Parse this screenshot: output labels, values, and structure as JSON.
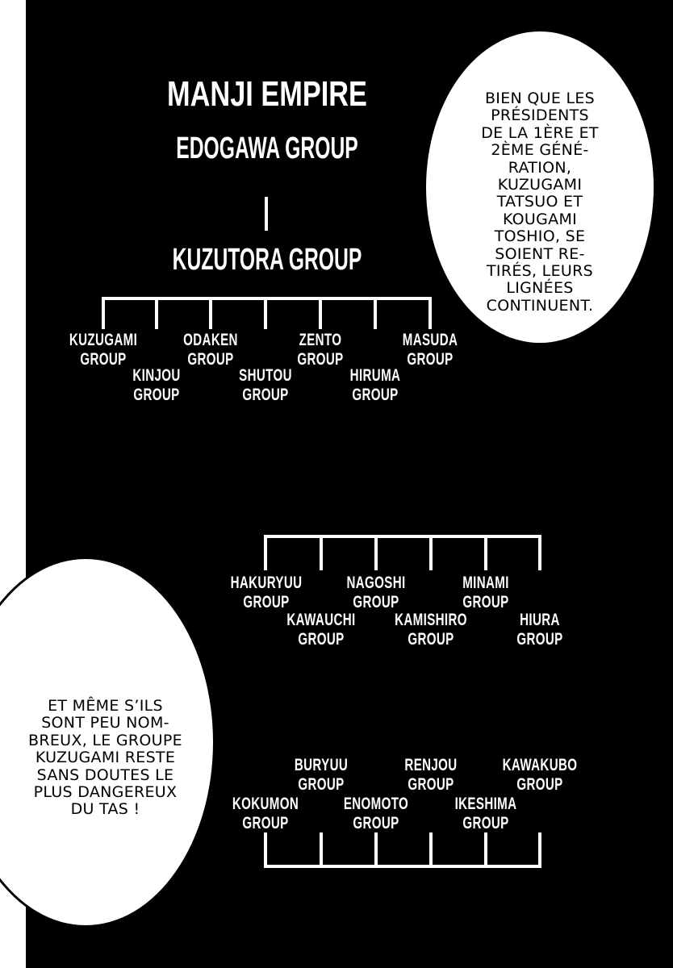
{
  "colors": {
    "background": "#000000",
    "ink": "#ffffff",
    "bubble_fill": "#ffffff",
    "bubble_ink": "#000000"
  },
  "chart": {
    "title": "MANJI EMPIRE",
    "root_group": "EDOGAWA GROUP",
    "successor_group": "KUZUTORA GROUP",
    "tier1": [
      {
        "label": "KUZUGAMI\nGROUP"
      },
      {
        "label": "KINJOU\nGROUP"
      },
      {
        "label": "ODAKEN\nGROUP"
      },
      {
        "label": "SHUTOU\nGROUP"
      },
      {
        "label": "ZENTO\nGROUP"
      },
      {
        "label": "HIRUMA\nGROUP"
      },
      {
        "label": "MASUDA\nGROUP"
      }
    ],
    "tier2": [
      {
        "label": "HAKURYUU\nGROUP"
      },
      {
        "label": "KAWAUCHI\nGROUP"
      },
      {
        "label": "NAGOSHI\nGROUP"
      },
      {
        "label": "KAMISHIRO\nGROUP"
      },
      {
        "label": "MINAMI\nGROUP"
      },
      {
        "label": "HIURA\nGROUP"
      }
    ],
    "tier3": [
      {
        "label": "KOKUMON\nGROUP"
      },
      {
        "label": "BURYUU\nGROUP"
      },
      {
        "label": "ENOMOTO\nGROUP"
      },
      {
        "label": "RENJOU\nGROUP"
      },
      {
        "label": "IKESHIMA\nGROUP"
      },
      {
        "label": "KAWAKUBO\nGROUP"
      }
    ]
  },
  "speech_bubbles": {
    "top_right": {
      "text": "BIEN QUE LES\nPRÉSIDENTS\nDE LA 1ÈRE ET\n2ÈME GÉNÉ-\nRATION,\nKUZUGAMI\nTATSUO ET\nKOUGAMI\nTOSHIO, SE\nSOIENT RE-\nTIRÉS, LEURS\nLIGNÉES\nCONTINUENT."
    },
    "bottom_left": {
      "text": "ET MÊME S’ILS\nSONT PEU NOM-\nBREUX, LE GROUPE\nKUZUGAMI RESTE\nSANS DOUTES LE\nPLUS DANGEREUX\nDU TAS !"
    }
  }
}
